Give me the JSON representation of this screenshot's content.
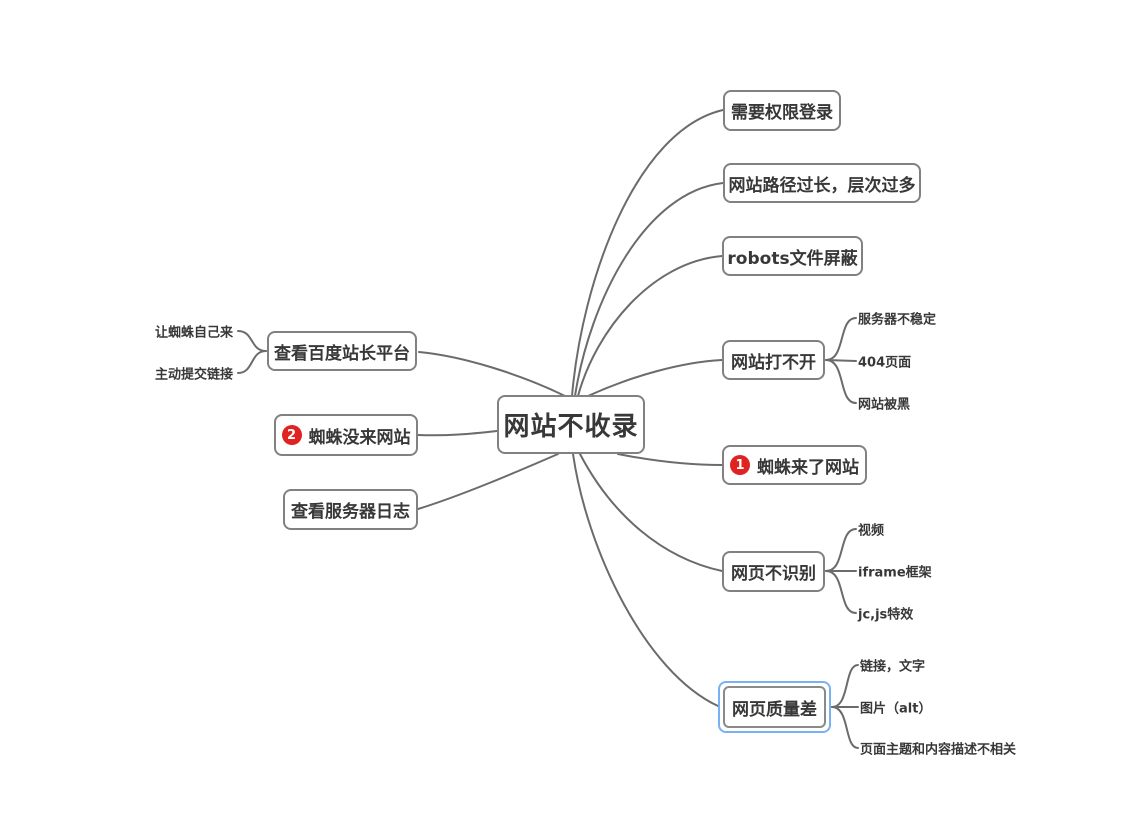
{
  "mindmap": {
    "central": {
      "label": "网站不收录"
    },
    "right": [
      {
        "label": "需要权限登录"
      },
      {
        "label": "网站路径过长，层次过多"
      },
      {
        "label": "robots文件屏蔽"
      },
      {
        "label": "网站打不开",
        "children": [
          {
            "label": "服务器不稳定"
          },
          {
            "label": "404页面"
          },
          {
            "label": "网站被黑"
          }
        ]
      },
      {
        "label": "蜘蛛来了网站",
        "badge": "1"
      },
      {
        "label": "网页不识别",
        "children": [
          {
            "label": "视频"
          },
          {
            "label": "iframe框架"
          },
          {
            "label": "jc,js特效"
          }
        ]
      },
      {
        "label": "网页质量差",
        "selected": true,
        "children": [
          {
            "label": "链接，文字"
          },
          {
            "label": "图片（alt）"
          },
          {
            "label": "页面主题和内容描述不相关"
          }
        ]
      }
    ],
    "left": [
      {
        "label": "查看百度站长平台",
        "children": [
          {
            "label": "让蜘蛛自己来"
          },
          {
            "label": "主动提交链接"
          }
        ]
      },
      {
        "label": "蜘蛛没来网站",
        "badge": "2"
      },
      {
        "label": "查看服务器日志"
      }
    ]
  },
  "colors": {
    "background": "#ffffff",
    "line": "#6b6b6b",
    "node_border": "#818181",
    "node_fill": "#ffffff",
    "text": "#383838",
    "badge": "#e02222",
    "badge_text": "#ffffff",
    "selection": "#79b1f4"
  }
}
